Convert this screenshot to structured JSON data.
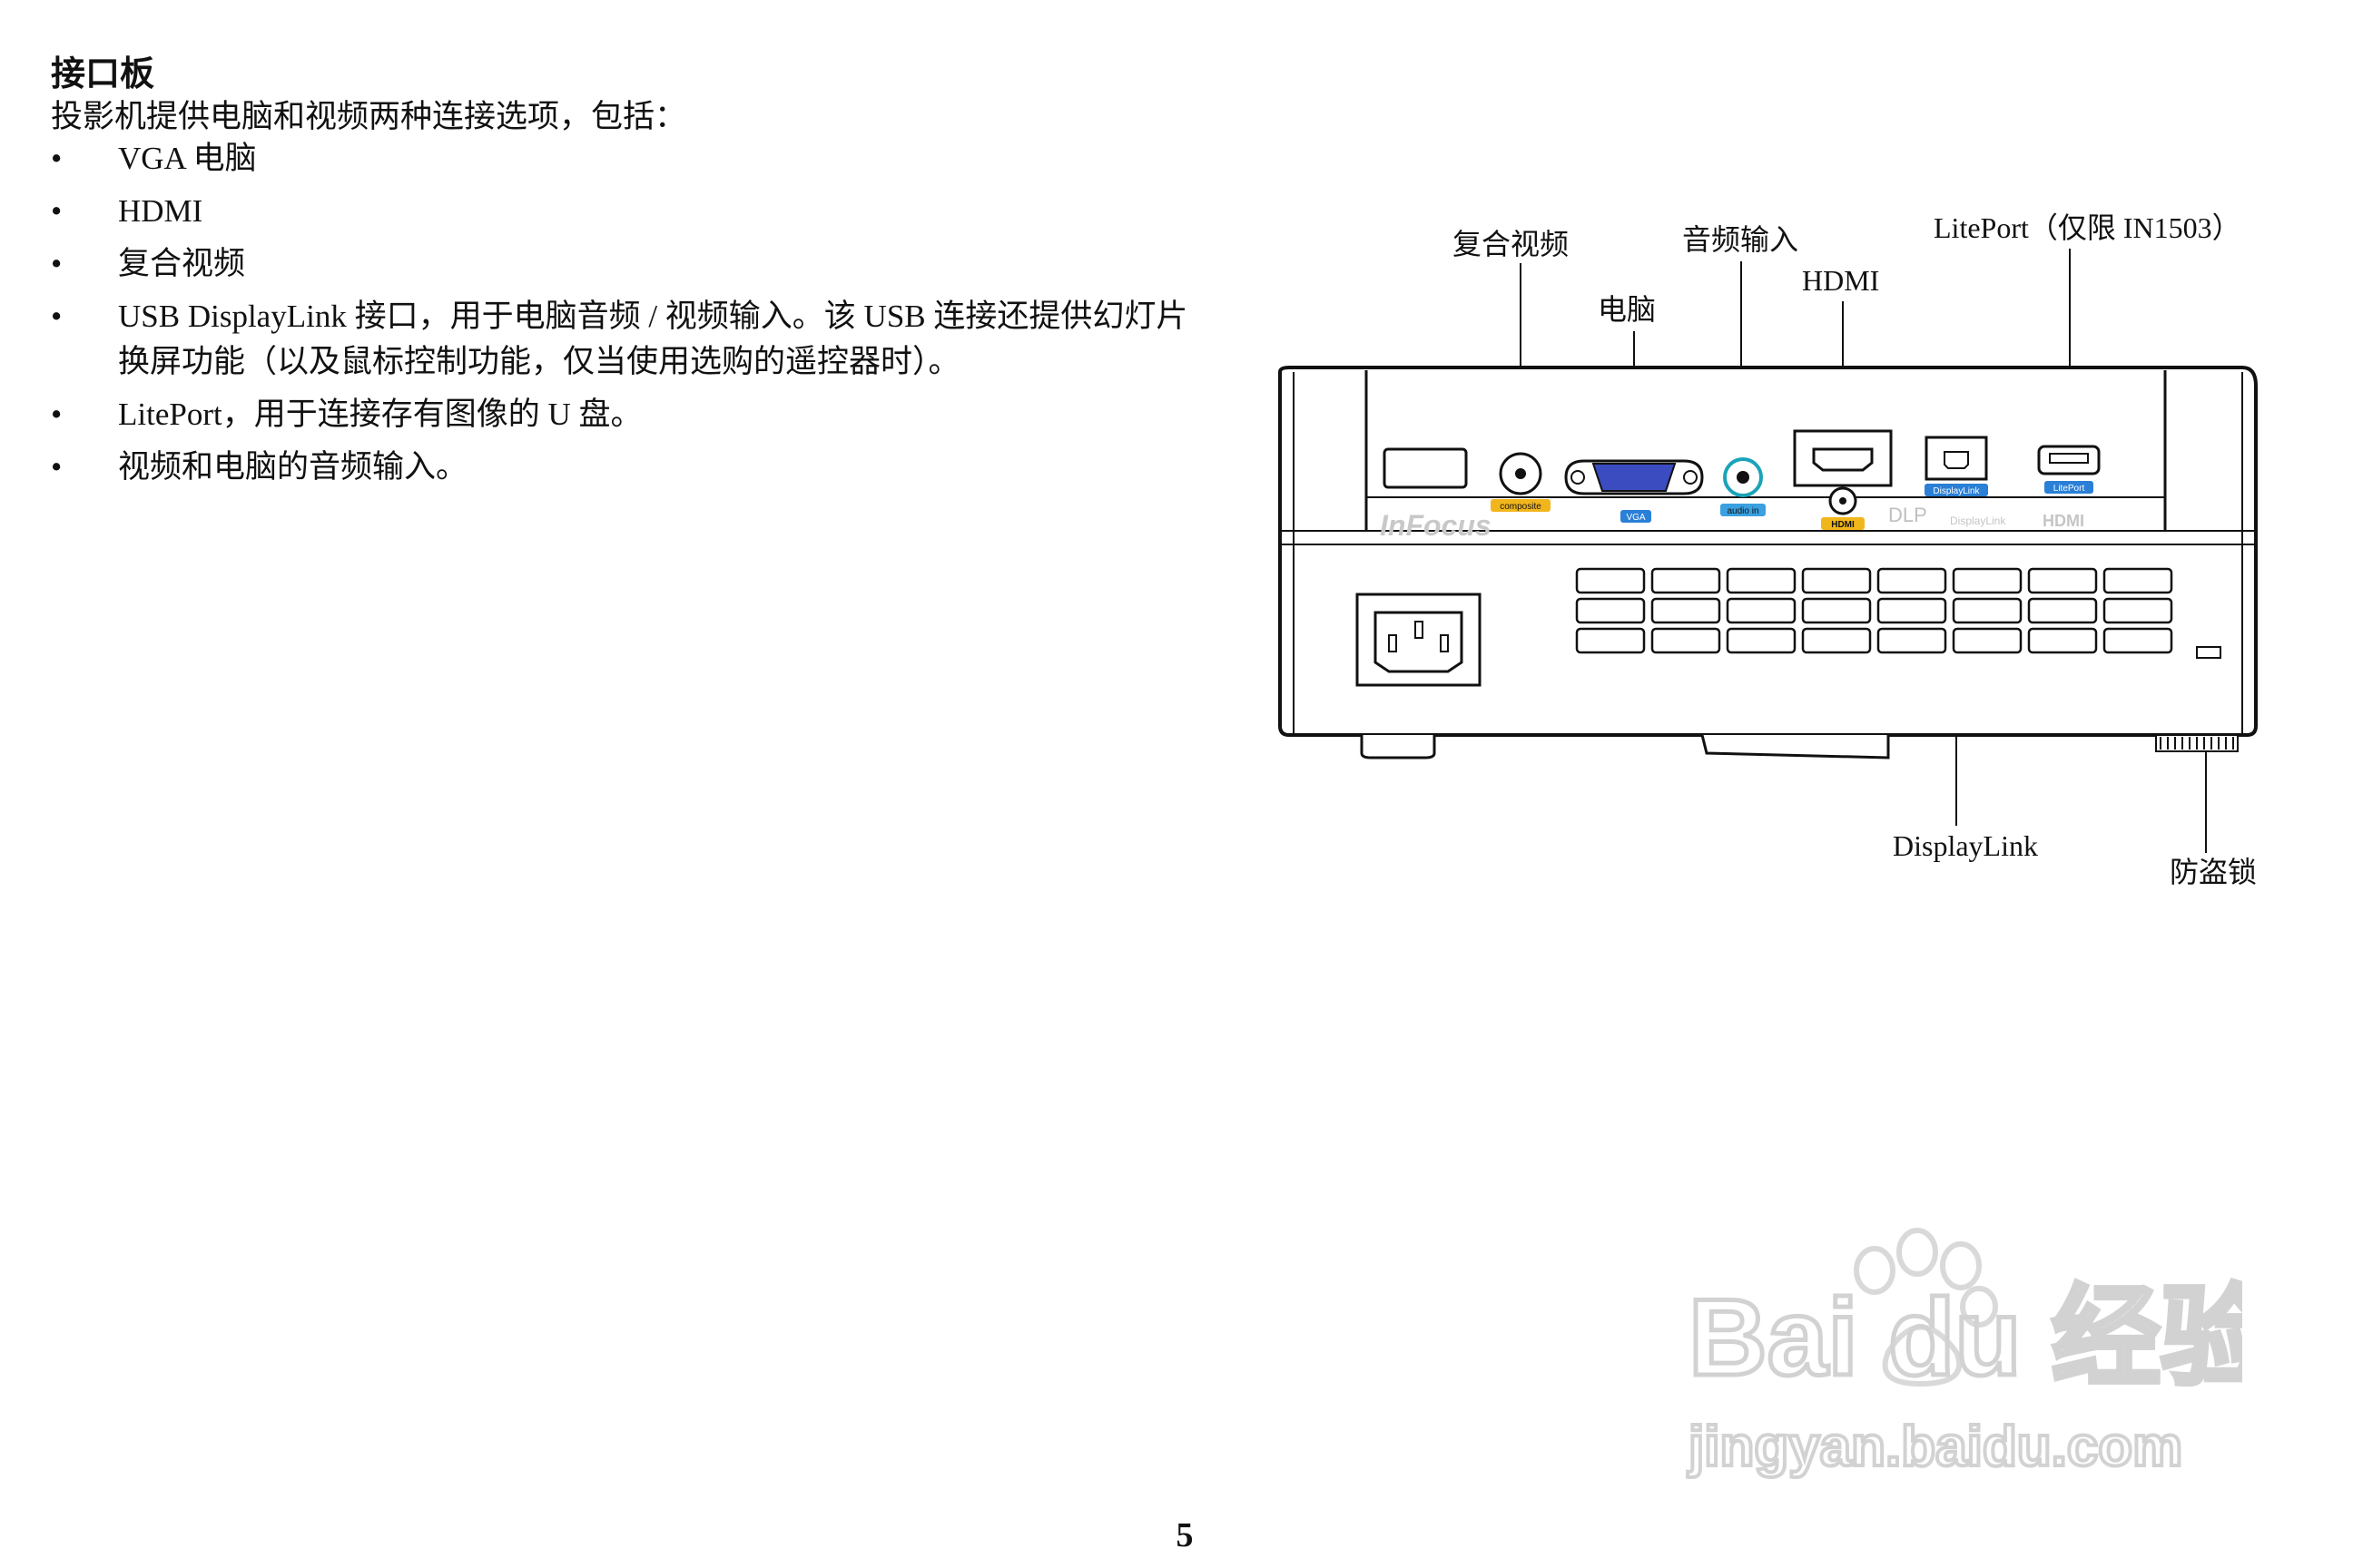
{
  "heading": "接口板",
  "intro": "投影机提供电脑和视频两种连接选项，包括：",
  "bullet_symbol": "•",
  "bullets": [
    "VGA 电脑",
    "HDMI",
    "复合视频",
    "USB DisplayLink 接口，用于电脑音频 / 视频输入。该 USB 连接还提供幻灯片换屏功能（以及鼠标控制功能，仅当使用选购的遥控器时）。",
    "LitePort，用于连接存有图像的 U 盘。",
    "视频和电脑的音频输入。"
  ],
  "figure": {
    "labels": {
      "composite": "复合视频",
      "computer": "电脑",
      "audio_in": "音频输入",
      "hdmi": "HDMI",
      "liteport": "LitePort（仅限 IN1503）",
      "displaylink": "DisplayLink",
      "security_lock": "防盗锁"
    },
    "panel_text": {
      "composite": "composite",
      "vga": "VGA",
      "audio_in": "audio in",
      "displaylink": "DisplayLink",
      "liteport": "LitePort",
      "hdmi_logo": "HDMI",
      "brand": "InFocus",
      "dlp": "DLP",
      "displaylink_cert": "DisplayLink"
    }
  },
  "page_number": "5",
  "watermark": {
    "brand": "Bai du 经验",
    "url": "jingyan.baidu.com"
  }
}
